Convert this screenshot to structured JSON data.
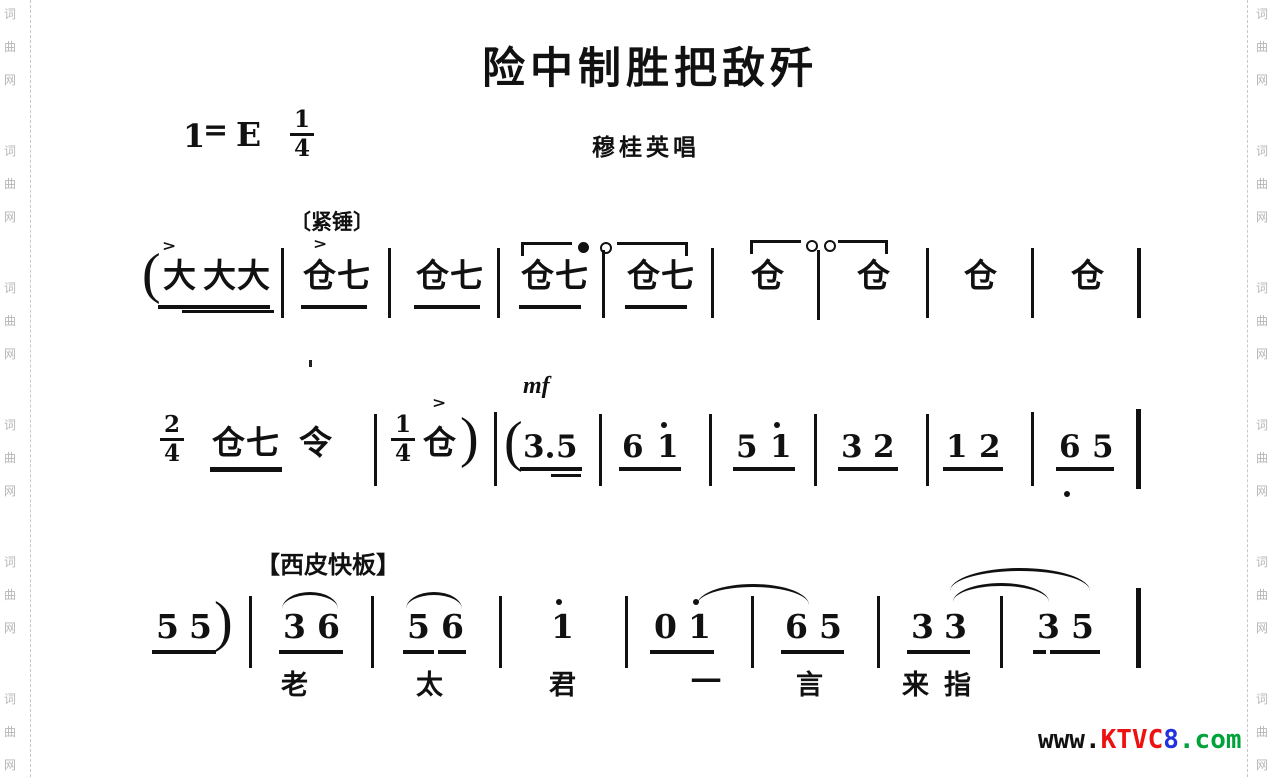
{
  "header": {
    "title": "险中制胜把敌歼",
    "performer": "穆桂英唱",
    "key": {
      "do": "1",
      "eq": "=",
      "tonic": "E",
      "num": "1",
      "den": "4"
    }
  },
  "line1": {
    "open_paren": "(",
    "accent1": ">",
    "accent2": ">",
    "label": "〔紧锤〕",
    "n1": "大",
    "n2": "大大",
    "n3": "仓七",
    "n4": "仓七",
    "n5": "仓七",
    "n6": "仓七",
    "n7": "仓",
    "n8": "仓",
    "n9": "仓",
    "n10": "仓"
  },
  "line2": {
    "meter1": {
      "num": "2",
      "den": "4"
    },
    "meter2": {
      "num": "1",
      "den": "4"
    },
    "accent": ">",
    "n1": "仓七",
    "n2": "令",
    "n3": "仓",
    "close_paren": ")",
    "open_paren": "(",
    "dynamic": "mf",
    "d1": "3",
    "d2": "5",
    "d3": "6",
    "d4": "1",
    "d5": "5",
    "d6": "1",
    "d7": "3",
    "d8": "2",
    "d9": "1",
    "d10": "2",
    "d11": "6",
    "d12": "5"
  },
  "line3": {
    "label": "【西皮快板】",
    "close_paren": ")",
    "d1": "5",
    "d2": "5",
    "d3": "3",
    "d4": "6",
    "d5": "5",
    "d6": "6",
    "d7": "1",
    "d8": "0",
    "d9": "1",
    "d10": "6",
    "d11": "5",
    "d12": "3",
    "d13": "3",
    "d14": "3",
    "d15": "5",
    "lyrics": {
      "l1": "老",
      "l2": "太",
      "l3": "君",
      "l4": "一",
      "l5": "言",
      "l6": "来",
      "l7": "指"
    }
  },
  "watermarks": {
    "side_text": "词曲网",
    "side_color": "#b6b6b6",
    "bottom": {
      "www": "www.",
      "name": "KTVC",
      "eight": "8",
      "com": ".com"
    },
    "bottom_colors": {
      "www": "#111111",
      "name": "#ee1111",
      "eight": "#2233dd",
      "com": "#00a33a"
    }
  }
}
